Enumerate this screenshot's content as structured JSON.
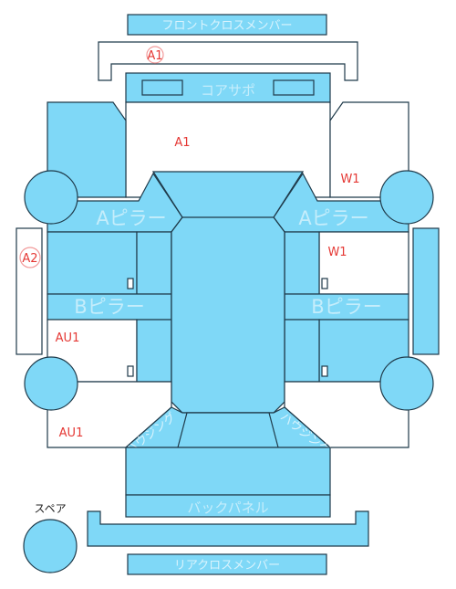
{
  "labels": {
    "front_cross_member": "フロントクロスメンバー",
    "core_support": "コアサポ",
    "a_pillar_left": "Aピラー",
    "a_pillar_right": "Aピラー",
    "b_pillar_left": "Bピラー",
    "b_pillar_right": "Bピラー",
    "back_panel": "バックパネル",
    "rear_cross_member": "リアクロスメンバー",
    "spare": "スペア",
    "rear_housing_left": "ハウジング",
    "rear_housing_right": "ハウジング"
  },
  "marks": {
    "front_member": "A1",
    "hood": "A1",
    "pillar_left": "A2",
    "front_right_fender": "W1",
    "right_front_door": "W1",
    "left_rear_door": "AU1",
    "left_rear_quarter": "AU1"
  },
  "colors": {
    "panel_fill": "#7fd8f7",
    "outline": "#1f3a4a",
    "mark_text": "#e53935"
  }
}
